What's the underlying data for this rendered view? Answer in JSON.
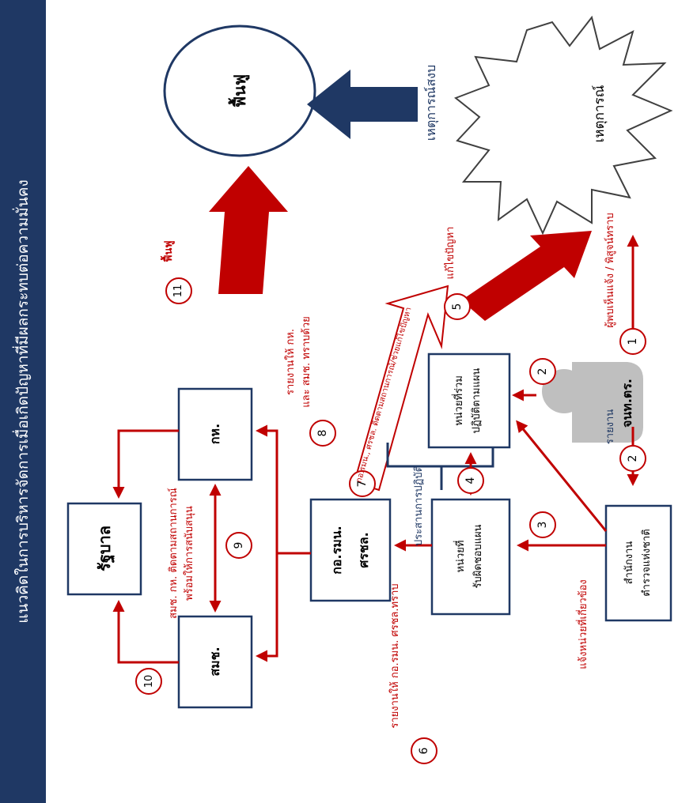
{
  "title": "แนวคิดในการบริหารจัดการเมื่อเกิดปัญหาที่มีผลกระทบต่อความมั่นคง",
  "colors": {
    "banner": "#1f3864",
    "flow": "#c00000",
    "box_border": "#1f3864",
    "navy_arrow": "#1f3864",
    "person": "#bfbfbf"
  },
  "nodes": {
    "event": "เหตุการณ์",
    "event_calm": "เหตุการณ์สงบ",
    "restore": "ฟื้นฟู",
    "police_hq": "สำนักงาน\nตำรวจแห่งชาติ",
    "officer": "จนท.ตร.",
    "responsible_unit": "หน่วยที่\nรับผิดชอบแผน",
    "joint_unit": "หน่วยที่ร่วม\nปฏิบัติตามแผน",
    "isoc": "กอ.รมน.\nศรชล.",
    "mod": "กห.",
    "nsc": "สมช.",
    "government": "รัฐบาล"
  },
  "steps": [
    {
      "num": "1",
      "text": "ผู้พบเห็นแจ้ง / พิสูจน์ทราบ"
    },
    {
      "num": "2",
      "text": "รายงาน"
    },
    {
      "num": "2",
      "text": ""
    },
    {
      "num": "3",
      "text": "แจ้งหน่วยที่เกี่ยวข้อง"
    },
    {
      "num": "4",
      "text": "ประสานการปฏิบัติ"
    },
    {
      "num": "5",
      "text": "แก้ไขปัญหา"
    },
    {
      "num": "6",
      "text": "รายงานให้ กอ.รมน. ศรชล.ทราบ"
    },
    {
      "num": "7",
      "text": "กอ.รมน., ศรชล. ติดตามสถานการณ์/ช่วยแก้ไขปัญหา"
    },
    {
      "num": "8",
      "text": "รายงานให้ กห.\nและ สมช. ทราบด้วย"
    },
    {
      "num": "9",
      "text": ""
    },
    {
      "num": "10",
      "text": ""
    },
    {
      "num": "11",
      "text": "ฟื้นฟู"
    }
  ],
  "notes": {
    "nsc_mod": "สมช. กห. ติดตามสถานการณ์\nพร้อมให้การสนับสนุน"
  }
}
